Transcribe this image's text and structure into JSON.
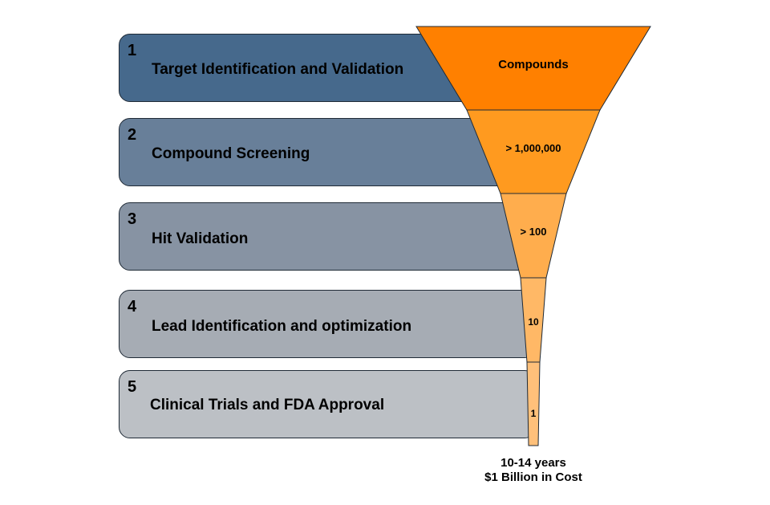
{
  "stages": [
    {
      "number": "1",
      "label": "Target Identification and Validation",
      "color": "#46698c"
    },
    {
      "number": "2",
      "label": "Compound Screening",
      "color": "#687f99"
    },
    {
      "number": "3",
      "label": "Hit Validation",
      "color": "#8793a3"
    },
    {
      "number": "4",
      "label": "Lead Identification and optimization",
      "color": "#a6acb4"
    },
    {
      "number": "5",
      "label": "Clinical Trials and FDA Approval",
      "color": "#bcc0c5"
    }
  ],
  "funnel": [
    {
      "label": "Compounds",
      "color": "#ff8000"
    },
    {
      "label": "> 1,000,000",
      "color": "#ff9a1f"
    },
    {
      "label": "> 100",
      "color": "#ffad4d"
    },
    {
      "label": "10",
      "color": "#ffb866"
    },
    {
      "label": "1",
      "color": "#ffc07a"
    }
  ],
  "footer": {
    "duration": "10-14 years",
    "cost": "$1 Billion in Cost"
  }
}
